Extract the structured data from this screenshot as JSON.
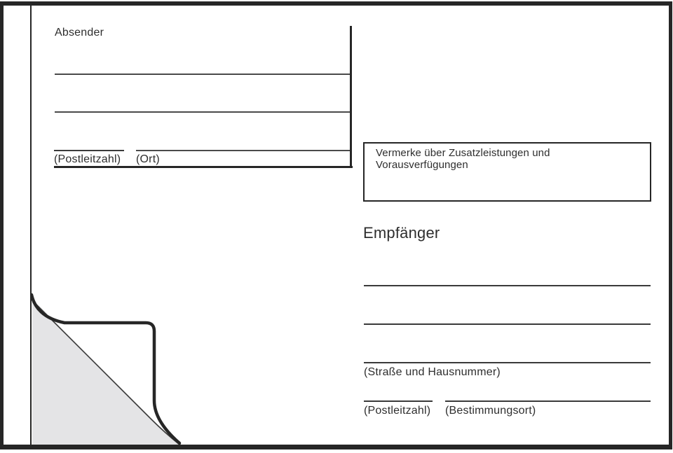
{
  "colors": {
    "background": "#ffffff",
    "text": "#2e2e2e",
    "border": "#262626",
    "rule_thin": "#4a4a4a",
    "rule_medium": "#3a3a3a",
    "fold_fill": "#e4e4e6"
  },
  "form": {
    "sender": {
      "title": "Absender",
      "postal_code_label": "(Postleitzahl)",
      "city_label": "(Ort)"
    },
    "remarks": {
      "label": "Vermerke über Zusatzleistungen und Vorausverfügungen"
    },
    "recipient": {
      "title": "Empfänger",
      "street_label": "(Straße und Hausnummer)",
      "postal_code_label": "(Postleitzahl)",
      "destination_label": "(Bestimmungsort)"
    }
  }
}
